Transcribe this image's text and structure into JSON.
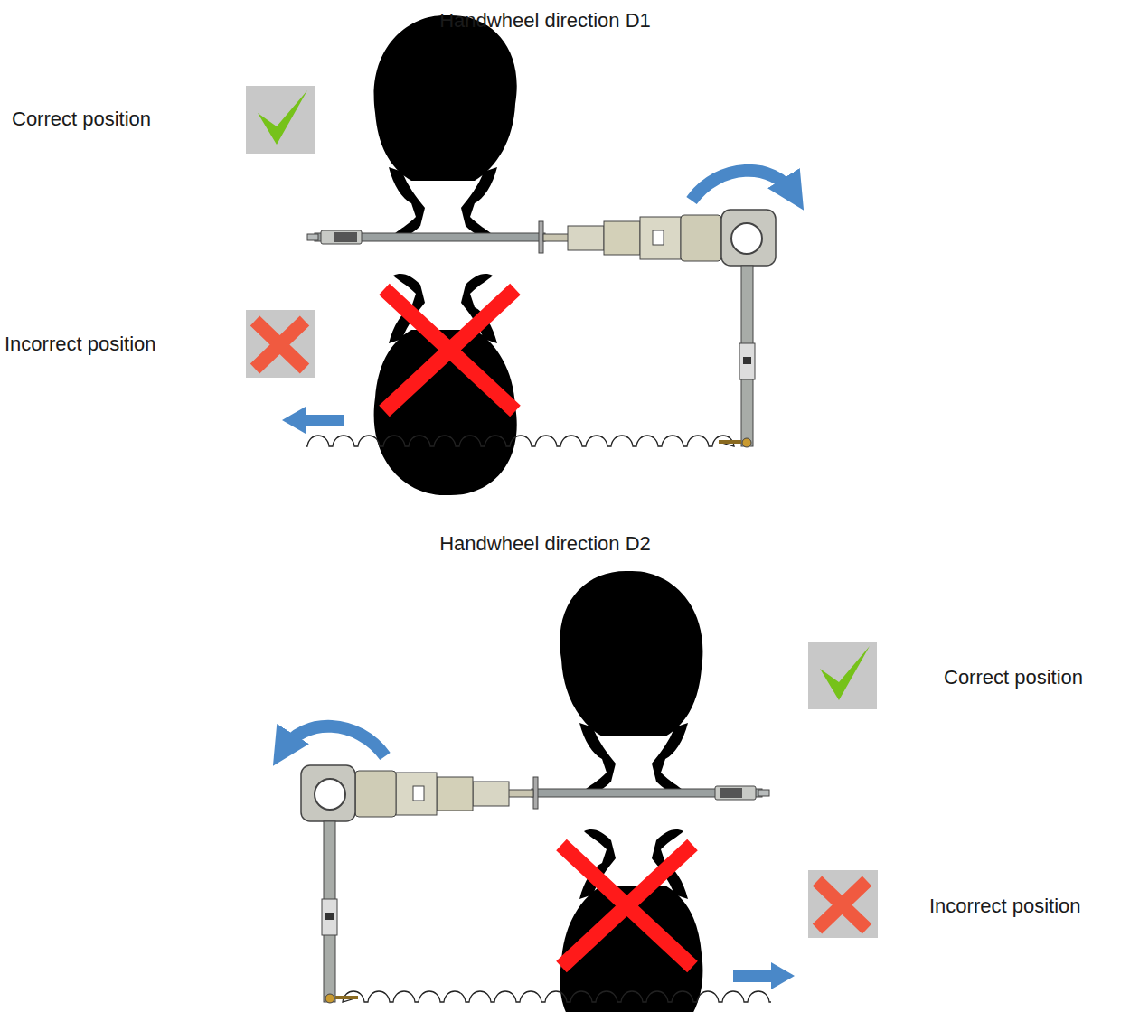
{
  "diagram": {
    "labels": [
      "Handwheel direction D1",
      "Correct position",
      "Incorrect position",
      "Handwheel direction D2",
      "Correct position",
      "Incorrect position"
    ]
  }
}
